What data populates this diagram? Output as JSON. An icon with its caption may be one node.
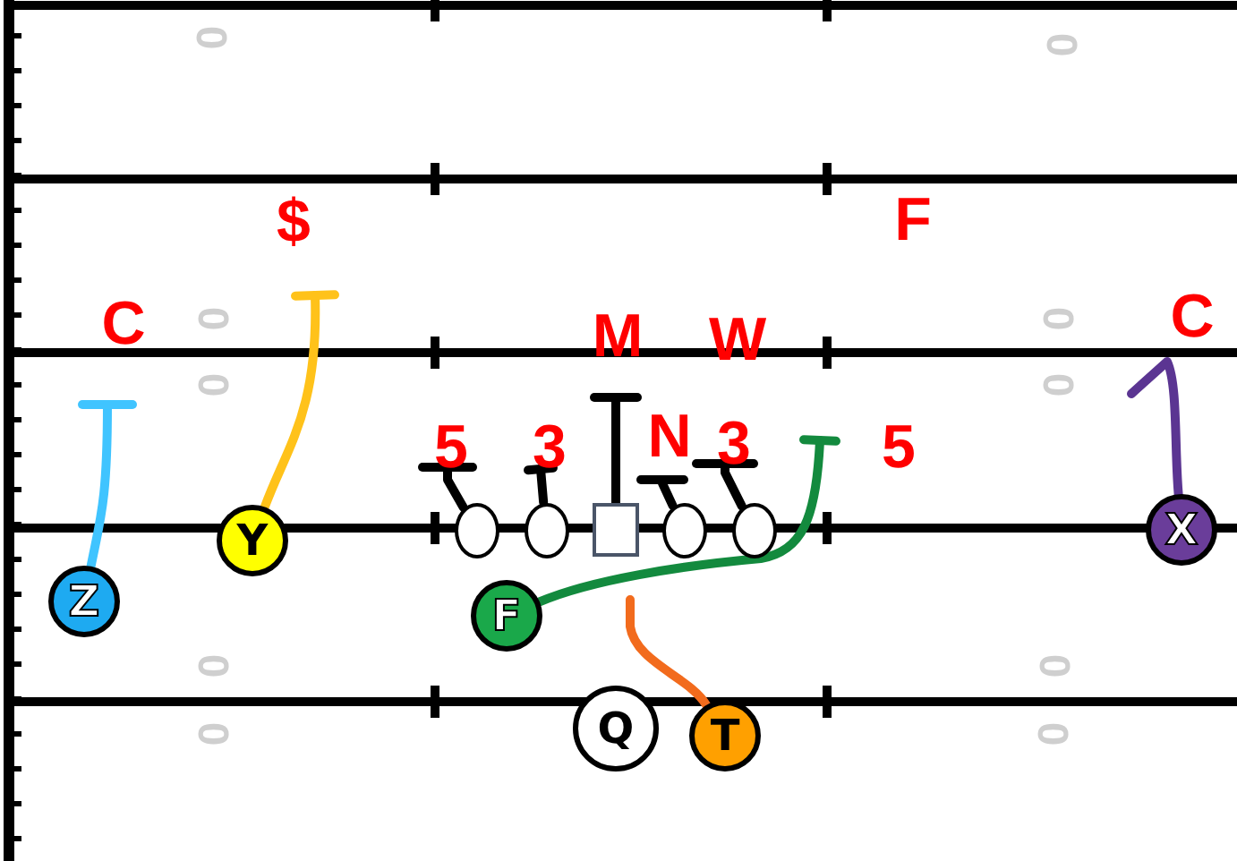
{
  "diagram": {
    "nodes": [
      {
        "text": [
          "Y"
        ]
      },
      {
        "text": [],
        "shape": "circle"
      },
      {
        "text": [],
        "shape": "circle"
      },
      {
        "text": [],
        "shape": "box"
      },
      {
        "text": [],
        "shape": "circle"
      },
      {
        "text": [],
        "shape": "circle"
      },
      {
        "text": [
          "X"
        ]
      },
      {
        "text": [
          "Z"
        ]
      },
      {
        "text": [
          "F"
        ]
      },
      {
        "text": [
          "Q"
        ]
      },
      {
        "text": [
          "T"
        ]
      }
    ],
    "edges": [
      {
        "from": 7,
        "to": null,
        "arrow": "other",
        "color": "#40c4ff"
      },
      {
        "from": 0,
        "to": null,
        "arrow": "other",
        "color": "#ffc21a"
      },
      {
        "from": 1,
        "to": null,
        "arrow": "other"
      },
      {
        "from": 2,
        "to": null,
        "arrow": "other"
      },
      {
        "from": 3,
        "to": null,
        "arrow": "other"
      },
      {
        "from": 4,
        "to": null,
        "arrow": "other"
      },
      {
        "from": 5,
        "to": null,
        "arrow": "other"
      },
      {
        "from": 8,
        "to": null,
        "arrow": "other",
        "color": "#138a3e"
      },
      {
        "from": 10,
        "to": null,
        "arrow": "none",
        "color": "#f26b1d"
      },
      {
        "from": 6,
        "to": null,
        "arrow": "none",
        "color": "#5b3592"
      }
    ],
    "labels": [
      "0",
      "0",
      "$",
      "F",
      "C",
      "0",
      "0",
      "C",
      "M",
      "W",
      "0",
      "0",
      "5",
      "3",
      "N",
      "3",
      "5",
      "0",
      "0",
      "0",
      "0"
    ]
  }
}
